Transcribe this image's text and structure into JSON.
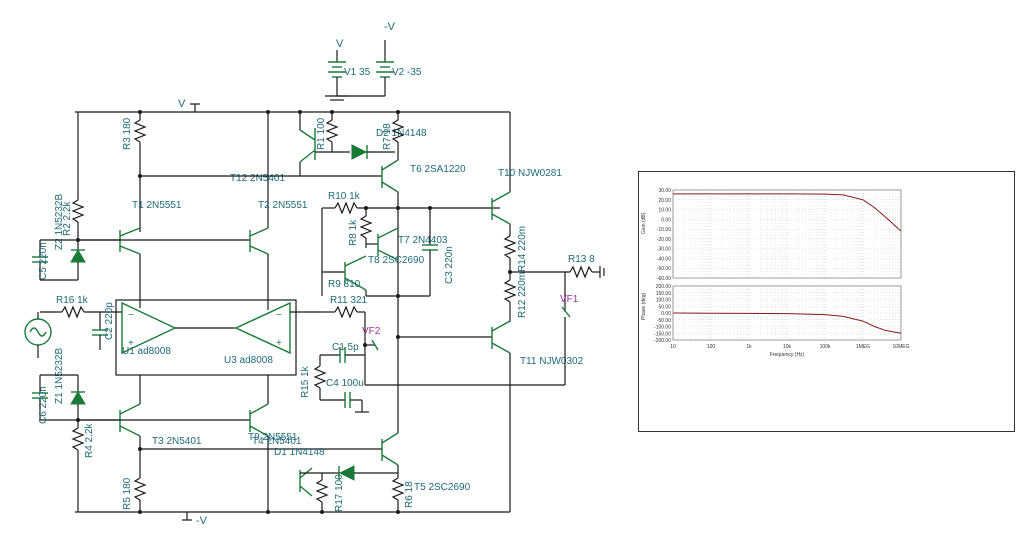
{
  "rails": {
    "vpos": "V",
    "vneg": "-V",
    "vpos_rail": "V",
    "vneg_rail": "-V"
  },
  "sources": {
    "v1": "V1 35",
    "v2": "V2 -35"
  },
  "components": {
    "r3": "R3 180",
    "r1": "R1 100",
    "d2": "D2 1N4148",
    "r7": "R7 18",
    "t12": "T12 2N5401",
    "t6": "T6 2SA1220",
    "t1": "T1 2N5551",
    "t2": "T2 2N5551",
    "r10": "R10 1k",
    "r8": "R8 1k",
    "t7": "T7 2N4403",
    "t8": "T8 2SC2690",
    "r9": "R9 810",
    "r11": "R11 321",
    "c3": "C3 220n",
    "t10": "T10 NJW0281",
    "r14": "R14 220m",
    "r12": "R12 220m",
    "r13": "R13 8",
    "t11": "T11 NJW0302",
    "z2": "Z2 1N5232B",
    "c5": "C5 220n",
    "r2": "R2 2.2k",
    "r16": "R16 1k",
    "c2": "C2 220p",
    "u1": "U1 ad8008",
    "u3": "U3 ad8008",
    "c1": "C1 5p",
    "r15": "R15 1k",
    "c4": "C4 100u",
    "z1": "Z1 1N5232B",
    "c6": "C6 220n",
    "r4": "R4 2.2k",
    "t3": "T3 2N5401",
    "t9": "T9 2N5551",
    "t4": "T4 2N5401",
    "d1": "D1 1N4148",
    "r5": "R5 180",
    "r17": "R17 100",
    "r6": "R6 18",
    "t5": "T5 2SC2690"
  },
  "probes": {
    "vf1": "VF1",
    "vf2": "VF2"
  },
  "bode": {
    "gain_axis_label": "Gain (dB)",
    "phase_axis_label": "Phase (deg)",
    "x_axis_label": "Frequency (Hz)",
    "gain_ticks": [
      "30.00",
      "20.00",
      "10.00",
      "0.00",
      "-10.00",
      "-20.00",
      "-30.00",
      "-40.00",
      "-50.00",
      "-60.00"
    ],
    "phase_ticks": [
      "200.00",
      "150.00",
      "100.00",
      "50.00",
      "0.00",
      "-50.00",
      "-100.00",
      "-150.00",
      "-200.00"
    ],
    "x_ticks": [
      "10",
      "100",
      "1k",
      "10k",
      "100k",
      "1MEG",
      "10MEG"
    ]
  },
  "chart_data": [
    {
      "type": "line",
      "title": "",
      "xlabel": "Frequency (Hz)",
      "ylabel": "Gain (dB)",
      "xscale": "log",
      "xlim": [
        10,
        10000000
      ],
      "ylim": [
        -60,
        30
      ],
      "series": [
        {
          "x": [
            10,
            100,
            1000,
            10000,
            100000,
            300000,
            1000000,
            2000000,
            4000000,
            10000000
          ],
          "y": [
            26,
            26,
            26,
            26,
            25.8,
            25,
            20,
            12,
            2,
            -12
          ]
        }
      ]
    },
    {
      "type": "line",
      "title": "",
      "xlabel": "Frequency (Hz)",
      "ylabel": "Phase (deg)",
      "xscale": "log",
      "xlim": [
        10,
        10000000
      ],
      "ylim": [
        -200,
        200
      ],
      "series": [
        {
          "x": [
            10,
            100,
            1000,
            10000,
            100000,
            300000,
            1000000,
            2000000,
            4000000,
            10000000
          ],
          "y": [
            0,
            -2,
            -3,
            -5,
            -12,
            -25,
            -60,
            -100,
            -130,
            -150
          ]
        }
      ]
    }
  ]
}
